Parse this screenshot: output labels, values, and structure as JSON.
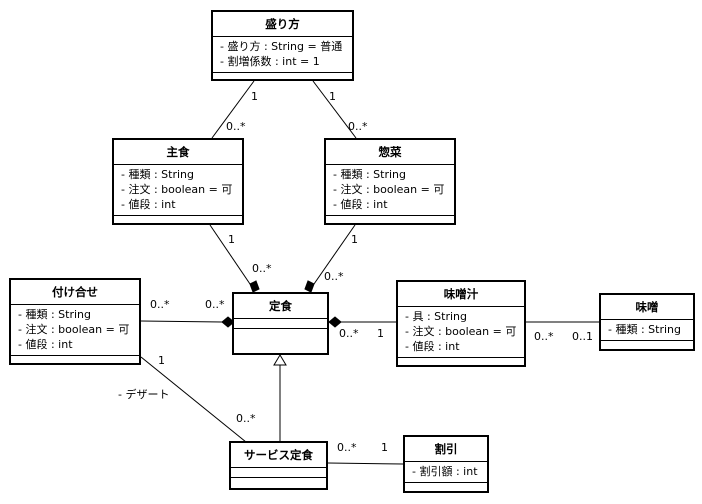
{
  "classes": {
    "morikata": {
      "name": "盛り方",
      "attributes": [
        "- 盛り方 : String = 普通",
        "- 割増係数 : int = 1"
      ]
    },
    "shushoku": {
      "name": "主食",
      "attributes": [
        "- 種類 : String",
        "- 注文 : boolean = 可",
        "- 値段 : int"
      ]
    },
    "souzai": {
      "name": "惣菜",
      "attributes": [
        "- 種類 : String",
        "- 注文 : boolean = 可",
        "- 値段 : int"
      ]
    },
    "tsukeawase": {
      "name": "付け合せ",
      "attributes": [
        "- 種類 : String",
        "- 注文 : boolean = 可",
        "- 値段 : int"
      ]
    },
    "teishoku": {
      "name": "定食",
      "attributes": []
    },
    "misoshiru": {
      "name": "味噌汁",
      "attributes": [
        "- 具 : String",
        "- 注文 : boolean = 可",
        "- 値段 : int"
      ]
    },
    "miso": {
      "name": "味噌",
      "attributes": [
        "- 種類 : String"
      ]
    },
    "service": {
      "name": "サービス定食",
      "attributes": []
    },
    "waribiki": {
      "name": "割引",
      "attributes": [
        "- 割引額 : int"
      ]
    }
  },
  "multiplicities": {
    "morikata_shushoku_top": "1",
    "morikata_shushoku_bottom": "0..*",
    "morikata_souzai_top": "1",
    "morikata_souzai_bottom": "0..*",
    "shushoku_teishoku_top": "1",
    "shushoku_teishoku_bottom": "0..*",
    "souzai_teishoku_top": "1",
    "souzai_teishoku_bottom": "0..*",
    "tsukeawase_teishoku_left": "0..*",
    "tsukeawase_teishoku_right": "0..*",
    "teishoku_misoshiru_left": "0..*",
    "teishoku_misoshiru_right": "1",
    "misoshiru_miso_left": "0..*",
    "misoshiru_miso_right": "0..1",
    "tsukeawase_service_top": "1",
    "tsukeawase_service_role": "- デザート",
    "tsukeawase_service_bottom": "0..*",
    "service_waribiki_left": "0..*",
    "service_waribiki_right": "1"
  }
}
